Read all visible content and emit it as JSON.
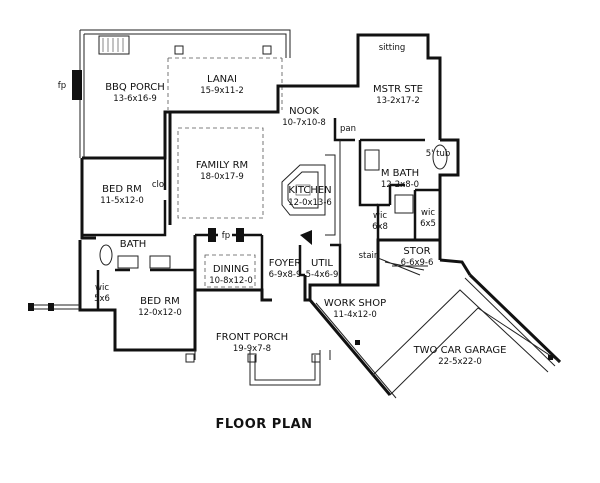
{
  "title": "FLOOR PLAN",
  "rooms": {
    "bbq_porch": {
      "name": "BBQ PORCH",
      "size": "13-6x16-9"
    },
    "lanai": {
      "name": "LANAI",
      "size": "15-9x11-2"
    },
    "nook": {
      "name": "NOOK",
      "size": "10-7x10-8"
    },
    "sitting": {
      "name": "sitting"
    },
    "mstr_ste": {
      "name": "MSTR STE",
      "size": "13-2x17-2"
    },
    "pan": {
      "name": "pan"
    },
    "family_rm": {
      "name": "FAMILY RM",
      "size": "18-0x17-9"
    },
    "kitchen": {
      "name": "KITCHEN",
      "size": "12-0x13-6"
    },
    "m_bath": {
      "name": "M BATH",
      "size": "12-2x8-0"
    },
    "tub": {
      "name": "5' tub"
    },
    "bed_rm_1": {
      "name": "BED RM",
      "size": "11-5x12-0"
    },
    "clo": {
      "name": "clo"
    },
    "wic_master": {
      "name": "wic",
      "size": "6x8"
    },
    "wic_2": {
      "name": "wic",
      "size": "6x5"
    },
    "bath": {
      "name": "BATH"
    },
    "fp_family": {
      "name": "fp"
    },
    "fp_bbq": {
      "name": "fp"
    },
    "dining": {
      "name": "DINING",
      "size": "10-8x12-0"
    },
    "foyer": {
      "name": "FOYER",
      "size": "6-9x8-9"
    },
    "util": {
      "name": "UTIL",
      "size": "5-4x6-9"
    },
    "stor": {
      "name": "STOR",
      "size": "6-6x9-6"
    },
    "stair": {
      "name": "stair"
    },
    "wic_bed2": {
      "name": "wic",
      "size": "5x6"
    },
    "bed_rm_2": {
      "name": "BED RM",
      "size": "12-0x12-0"
    },
    "work_shop": {
      "name": "WORK SHOP",
      "size": "11-4x12-0"
    },
    "garage": {
      "name": "TWO CAR GARAGE",
      "size": "22-5x22-0"
    },
    "front_porch": {
      "name": "FRONT PORCH",
      "size": "19-9x7-8"
    }
  }
}
